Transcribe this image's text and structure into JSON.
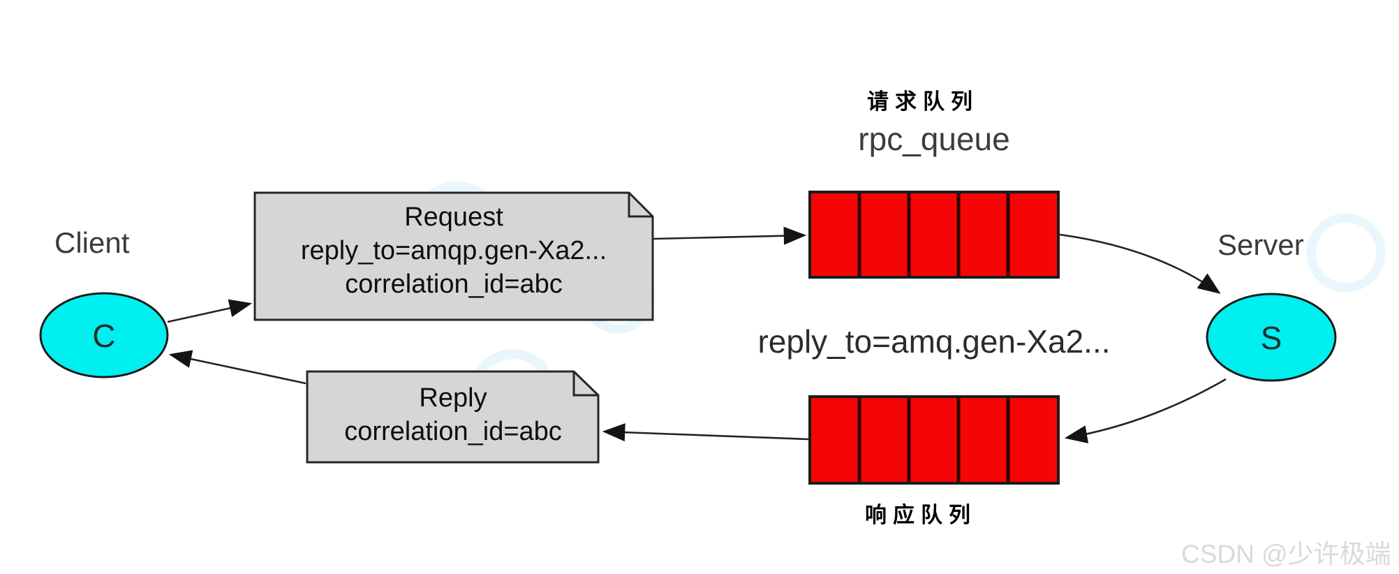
{
  "diagram_title": "RPC over message queues (RabbitMQ RPC pattern)",
  "nodes": {
    "client": {
      "label": "Client",
      "letter": "C"
    },
    "server": {
      "label": "Server",
      "letter": "S"
    }
  },
  "notes": {
    "request": {
      "lines": [
        "Request",
        "reply_to=amqp.gen-Xa2...",
        "correlation_id=abc"
      ]
    },
    "reply": {
      "lines": [
        "Reply",
        "correlation_id=abc"
      ]
    }
  },
  "queues": {
    "request_queue": {
      "label_zh": "请求队列",
      "name": "rpc_queue",
      "cells": 5
    },
    "response_queue": {
      "label_zh": "响应队列",
      "cells": 5
    }
  },
  "annotations": {
    "reply_to": "reply_to=amq.gen-Xa2..."
  },
  "watermark": {
    "text": "CSDN @少许极端"
  },
  "colors": {
    "node_fill": "#00efef",
    "queue_fill": "#f50505",
    "queue_divider": "#2d0000",
    "note_fill": "#d6d6d6",
    "edge_stroke": "#232323",
    "faint_watermark": "#bfe2f2",
    "watermark_text": "#d9d9d9"
  }
}
